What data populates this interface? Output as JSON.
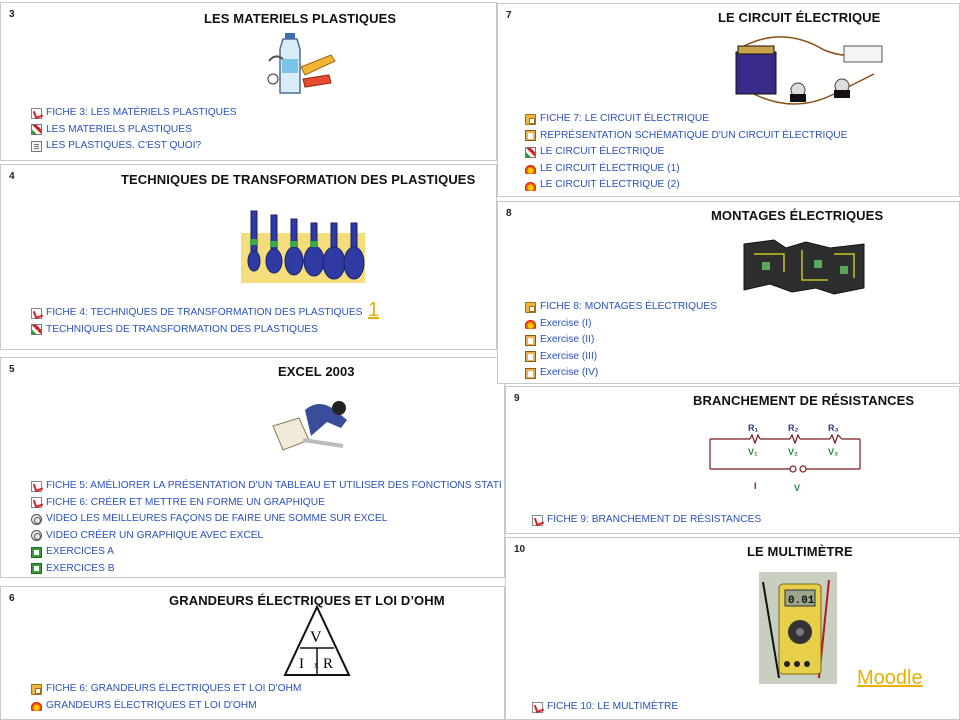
{
  "sections": [
    {
      "id": "s3",
      "num": "3",
      "title": "LES MATERIELS PLASTIQUES",
      "items": [
        {
          "icon": "pdf",
          "label": "FICHE 3: LES MATÉRIELS PLASTIQUES"
        },
        {
          "icon": "quiz",
          "label": "LES MATERIELS PLASTIQUES"
        },
        {
          "icon": "page",
          "label": "LES PLASTIQUES. C'EST QUOI?"
        }
      ]
    },
    {
      "id": "s4",
      "num": "4",
      "title": "TECHNIQUES DE TRANSFORMATION DES PLASTIQUES",
      "items": [
        {
          "icon": "pdf",
          "label": "FICHE 4: TECHNIQUES DE TRANSFORMATION DES PLASTIQUES"
        },
        {
          "icon": "quiz",
          "label": "TECHNIQUES DE TRANSFORMATION DES PLASTIQUES"
        }
      ]
    },
    {
      "id": "s5",
      "num": "5",
      "title": "EXCEL 2003",
      "items": [
        {
          "icon": "pdf",
          "label": "FICHE 5: AMÉLIORER LA PRÉSENTATION D'UN TABLEAU ET UTILISER DES FONCTIONS STATI"
        },
        {
          "icon": "pdf",
          "label": "FICHE 6: CRÉER ET METTRE EN FORME UN GRAPHIQUE"
        },
        {
          "icon": "video",
          "label": "VIDEO LES MEILLEURES FAÇONS DE FAIRE UNE SOMME SUR EXCEL"
        },
        {
          "icon": "video",
          "label": "VIDEO CRÉER UN GRAPHIQUE AVEC EXCEL"
        },
        {
          "icon": "green",
          "label": "EXERCICES A"
        },
        {
          "icon": "green",
          "label": "EXERCICES B"
        }
      ]
    },
    {
      "id": "s6",
      "num": "6",
      "title": "GRANDEURS ÉLECTRIQUES ET LOI D’OHM",
      "items": [
        {
          "icon": "folder",
          "label": "FICHE 6: GRANDEURS ÉLECTRIQUES ET LOI D'OHM"
        },
        {
          "icon": "fire",
          "label": "GRANDEURS ÉLECTRIQUES ET LOI D'OHM"
        }
      ]
    },
    {
      "id": "s7",
      "num": "7",
      "title": "LE CIRCUIT ÉLECTRIQUE",
      "items": [
        {
          "icon": "folder",
          "label": "FICHE 7: LE CIRCUIT ÉLECTRIQUE"
        },
        {
          "icon": "clip",
          "label": "REPRÉSENTATION SCHÉMATIQUE D'UN CIRCUIT ÉLECTRIQUE"
        },
        {
          "icon": "quiz",
          "label": "LE CIRCUIT ÉLECTRIQUE"
        },
        {
          "icon": "fire",
          "label": "LE CIRCUIT ÉLECTRIQUE (1)"
        },
        {
          "icon": "fire",
          "label": "LE CIRCUIT ÉLECTRIQUE (2)"
        }
      ]
    },
    {
      "id": "s8",
      "num": "8",
      "title": "MONTAGES ÉLECTRIQUES",
      "items": [
        {
          "icon": "folder",
          "label": "FICHE 8: MONTAGES ÉLECTRIQUES"
        },
        {
          "icon": "fire",
          "label": "Exercise (I)"
        },
        {
          "icon": "clip",
          "label": "Exercise (II)"
        },
        {
          "icon": "clip",
          "label": "Exercise (III)"
        },
        {
          "icon": "clip",
          "label": "Exercise (IV)"
        }
      ]
    },
    {
      "id": "s9",
      "num": "9",
      "title": "BRANCHEMENT DE RÉSISTANCES",
      "items": [
        {
          "icon": "pdf",
          "label": "FICHE 9: BRANCHEMENT DE RÉSISTANCES"
        }
      ]
    },
    {
      "id": "s10",
      "num": "10",
      "title": "LE MULTIMÈTRE",
      "items": [
        {
          "icon": "pdf",
          "label": "FICHE 10: LE MULTIMÈTRE"
        }
      ]
    }
  ],
  "labels": {
    "ohm_V": "V",
    "ohm_I": "I",
    "ohm_x": "x",
    "ohm_R": "R",
    "r1": "R₁",
    "r2": "R₂",
    "r3": "R₃",
    "v1": "V₁",
    "v2": "V₂",
    "v3": "V₃",
    "cur": "I",
    "vsrc": "V",
    "meter": "0.01"
  },
  "markers": {
    "m1": "1",
    "moodle": "Moodle"
  }
}
